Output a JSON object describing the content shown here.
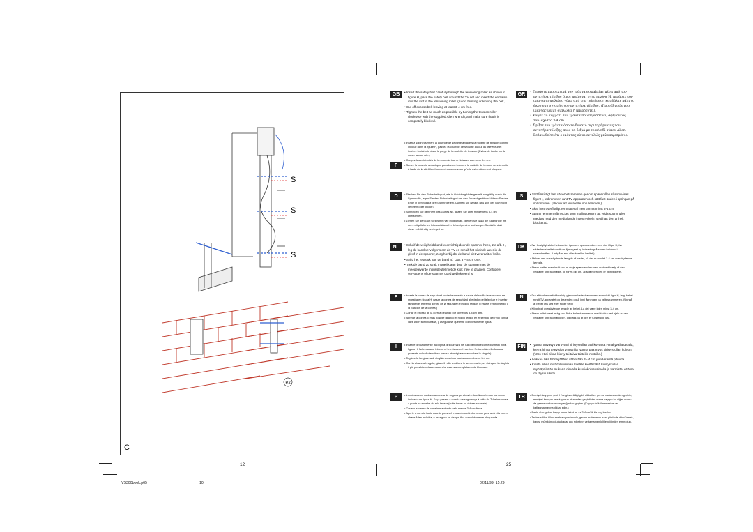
{
  "left_page": {
    "figure_label": "C",
    "callout_label": "B2",
    "s_labels": [
      "S",
      "S",
      "S"
    ],
    "page_number": "12"
  },
  "right_page": {
    "page_number": "25",
    "left_column": [
      {
        "code": "GB",
        "items": [
          "Insert the safety belt carefully through the tensioning roller as shown in figure H, pass the safety belt around the TV set and insert the end also into the slot in the tensioning roller. (Avoid twisting or kinking the belt.)",
          "Cut off excess belt leaving at least 3-4 cm free.",
          "Tighten the belt as much as possible by turning the tension roller clockwise with the supplied Allen wrench, and make sure that it is completely blocked."
        ]
      },
      {
        "code": "F",
        "items": [
          "Insérez soigneusement la courroie de sécurité à travers la roulette de tension comme indiqué dans la figure H, passez la courroie de sécurité autour du téléviseur et insérez l'extrémité dans la gorge de la roulette de tension. (Evitez de tordre ou de nouer la courroie.)",
          "Coupez les extrémités de la courroie tout en laissant au moins 3-4 cm.",
          "Serrez la courroie autant que possible en tournant la roulette de tension vers la droite à l'aide de la clé Allen fournie et assurez-vous qu'elle est entièrement bloquée."
        ]
      },
      {
        "code": "D",
        "items": [
          "Stecken Sie den Sicherheitsgurt, wie in Abbildung H dargestellt, sorgfältig durch die Spannrolle, legen Sie den Sicherheitsgurt um den Fernsehgerät und führen Sie das Ende in den Schlitz der Spannrolle ein. (Achten Sie darauf, daß sich der Gurt nicht verdreht oder knickt.)",
          "Schneiden Sie den Rest des Gurtes ab, lassen Sie aber mindestens 3-4 cm überstehen.",
          "Ziehen Sie den Gurt so stramm wie möglich an, drehen Sie dazu die Spannrolle mit dem mitgelieferten Inbusschlüssel im Uhrzeigersinn und sorgen Sie dafür, daß diese vollständig verriegelt ist."
        ]
      },
      {
        "code": "NL",
        "items": [
          "Schuif de veiligheidsband voorzichtig door de spanner heen, zie afb. H, leg de band vervolgens om de TV en schuif het uiteinde weer in de gleuf in de spanner, zorg hierbij dat de band niet verdraait of knikt.",
          "Snijd het reststuk van de band af. Laat 3 – 4 cm over.",
          "Trek de band zo strak mogelijk aan door de spanner met de meegeleverde inbussleutel met de klok mee te draaien. Controleer vervolgens of de spanner goed geblokkeerd is."
        ]
      },
      {
        "code": "E",
        "items": [
          "Inserte la correa de seguridad cuidadosamente a través del rodillo tensor como se muestra en figura H, pasar la correa de seguridad alrededor del televisor e insertar también el extremo dentro de la ranura en el rodillo tensor. (Evitar el retorcimiento y la rotación de la correa.)",
          "Cortar el exceso de la correa dejando por lo menos 3-4 cm libre.",
          "Apretar la correa lo más posible girando el rodillo tensor en el sentido del reloj con la llave Allen suministrada, y asegurarse que esté completamente fijada."
        ]
      },
      {
        "code": "I",
        "items": [
          "Inserire delicatamente la cinghia di sicurezza nel rullo tenditore come illustrato nella figura H, farla passare intorno al televisore ed inserirne l'estremità nella fessura presente sul rullo tenditore (senza attorcigliare o annodare la cinghia).",
          "Tagliare la lunghezza di cinghia superflua lasciandone almeno 3-4 cm.",
          "Con la chiave a brugola, girare il rullo tenditore in senso orario per stringere la cinghia il più possibile ed accertarsi che essa sia completamente bloccata."
        ]
      },
      {
        "code": "P",
        "items": [
          "Introduza com cuidado a correia de segurança através do cilindro tensor conforme indicado na figura H. Faça passar a correia de segurança à volta do TV e introduza a ponta no entalhe do rolo tensor (evite torcer ou dobrar a correia).",
          "Corte o excesso de correia mantendo pelo menos 3-4 cm livres.",
          "Aperte a correia tanto quanto possível, rodando o cilindro tensor para a direita com a chave Allen incluída, e assegure-se de que fica completamente bloqueada."
        ]
      }
    ],
    "right_column": [
      {
        "code": "GR",
        "items": [
          "Περάστε προσεκτικά τον ιμάντα ασφαλείας μέσα από τον εντατήρα τύλιξης όπως φαίνεται στην εικόνα Η, περάστε τον ιμάντα ασφαλείας γύρω από την τηλεόραση και βάλτε πάλι το άκρο στη σχισμή στον εντατήρα τύλιξης. (Προσέξτε ώστε ο ιμάντας να μη διπλωθεί ή μπερδευτεί).",
          "Κόψτε το κομμάτι του ιμάντα που περισσεύει, αφήνοντας τουλάχιστο 3-4 cm.",
          "Σφίξτε τον ιμάντα όσο το δυνατό περιστρέφοντας τον εντατήρα τύλιξης προς τα δεξιά με το κλειδί τύπου Allen. Βεβαιωθείτε ότι ο ιμάντας είναι εντελώς μπλοκαρισμένος."
        ]
      },
      {
        "code": "S",
        "items": [
          "Sätt försiktigt fast säkerhetsremmen genom spännrullen såsom visas i figur H, led remmen runt TV-apparaten och sätt fast änden i springan på spännrullen. (Undvik att vrida eller sno remmen.)",
          "Skär bort överflödigt remmaterial men lämna minst 3-4 cm.",
          "Spänn remmen så mycket som möjligt genom att vrida spännrullen medurs med den medföljande insexnyckeln, se till att den är helt blockerad."
        ]
      },
      {
        "code": "DK",
        "items": [
          "Før forsigtigt sikkerhedsbæltet igennem spænderullen som vist i figur H, før sikkerhedsbæltet rundt om fjernsynet og indsæt også enden i slidsen i spænderullen. (Undgå at sno eller knække bæltet.)",
          "Afskær den overskydende længde af bæltet, så der er mindst 3-4 cm overskydende længde.",
          "Stram bæltet maksimalt ved at dreje spænderullen med uret ved hjælp af den vedlagte unbrakonøgle, og forvis dig om, at spænderullen er helt blokeret."
        ]
      },
      {
        "code": "N",
        "items": [
          "Dra sikkerhetsbeltet forsiktig gjennom beltestrammeren som vist i figur H, legg beltet rundt TV-apparatet og dra enden også inn i åpningen på beltestrammeren. (Unngå at beltet vris seg eller floker seg.)",
          "Klipp bort overskytende lengde av beltet. La det være igjen minst 3-4 cm.",
          "Stram beltet mest mulig ved å dra beltestrammeren med klokka ved hjelp av den vedlagte unbrakonøkkelen, og pass på at den er fullstendig låst."
        ]
      },
      {
        "code": "FIN",
        "items": [
          "Työnnä turvavyö varovasti kiristysrullan läpi kuvassa H näkyvällä tavalla, kierrä hihna television ympäri ja työnnä pää myös kiristysrullan koloon. (Varo ettei hihna kierry tai taivu taitteille mutkille.)",
          "Leikkaa liika hihna jättäen vähintään 3 - 4 cm ylimääräistä pituutta.",
          "Kiristä hihna mahdollisimman kireälle kiertämällä kiristysrullaa myötäpäivään mukana olevalla kuusiokoloavaimella ja varmista, että se on täysin lukittu."
        ]
      },
      {
        "code": "TR",
        "items": [
          "Emniyet kayışını, şekil H'de gösterildiği gibi, dikkatlice germe makarasından geçirin, emniyet kayışını televizyonun etrafından geçirdikten sonra kayışın bu diğer ucunu da germe makarasının yarığından geçirin. (Kayışın bükülmemesine ve katlanmamasına dikkat edin.)",
          "Fazla olan geleni kayışı kesin fakat en az 3-4 cm'lik bir pay bırakın.",
          "Tesise edilen Allen anahtarı yardımıyla, germe makarasını saat yönünde döndürerek, kayışı mümkün olduğu kadar çok sıkıştırın ve tamamen kilitlendiğinden emin olun."
        ]
      }
    ]
  },
  "footer": {
    "file": "VS300book.p65",
    "page": "10",
    "date": "02/11/99, 15:29"
  }
}
